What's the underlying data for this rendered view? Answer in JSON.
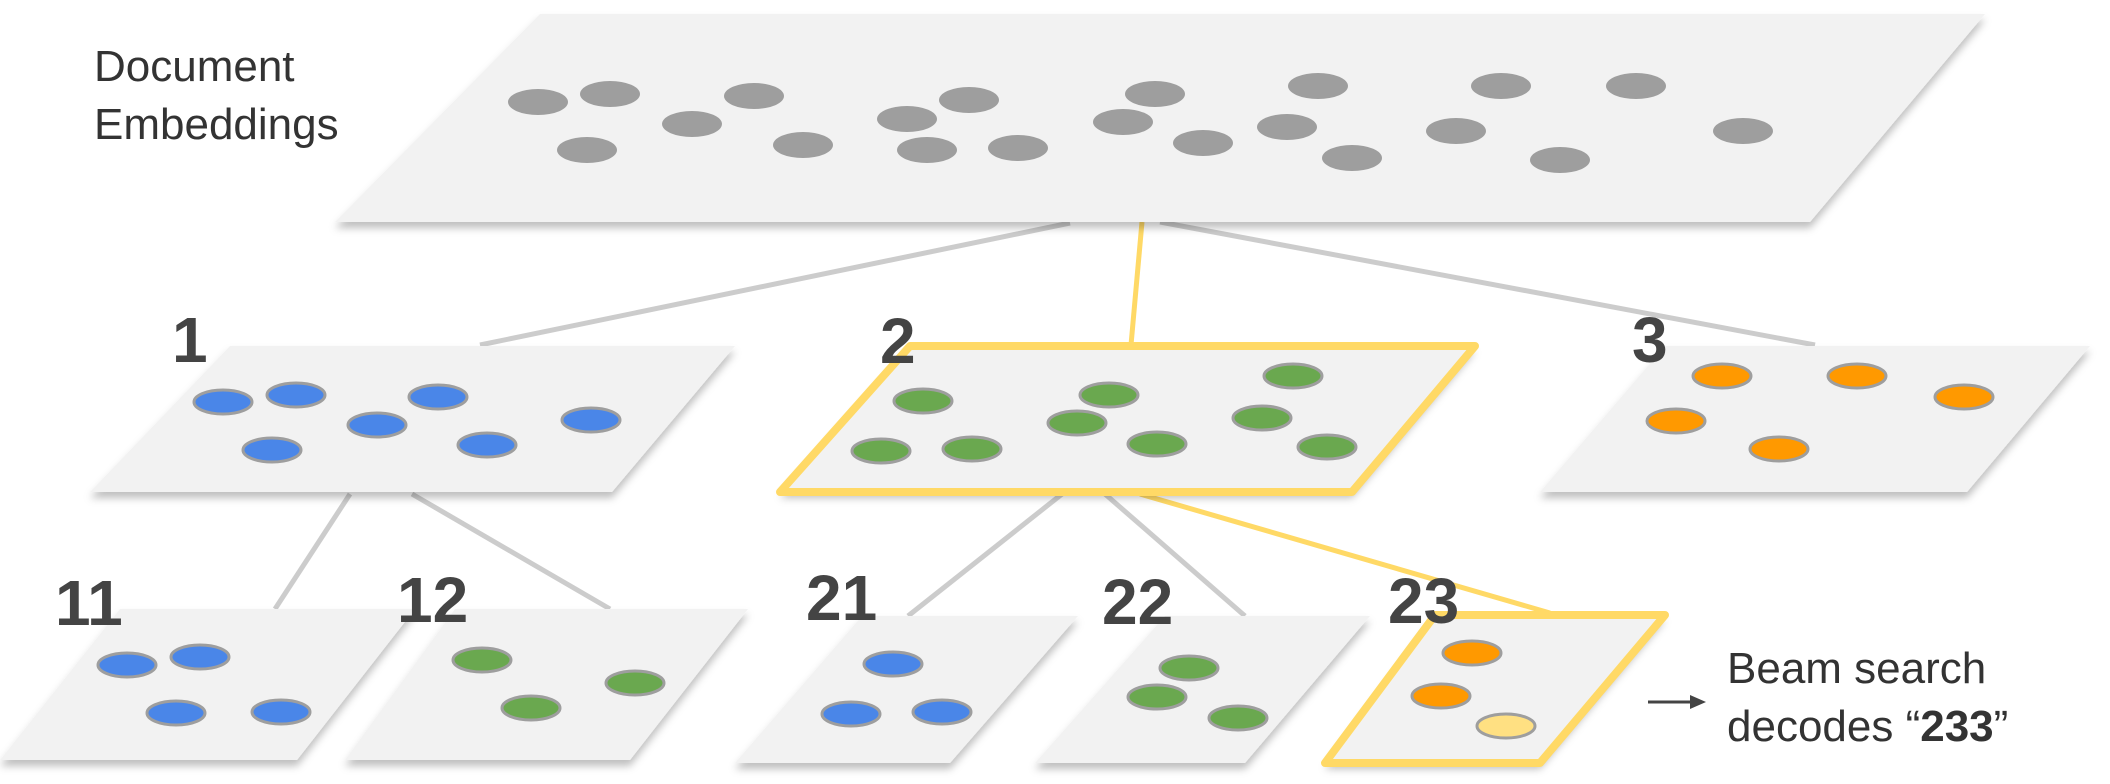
{
  "document_embeddings": {
    "line1": "Document",
    "line2": "Embeddings"
  },
  "clusters": {
    "c1": "1",
    "c2": "2",
    "c3": "3",
    "c11": "11",
    "c12": "12",
    "c21": "21",
    "c22": "22",
    "c23": "23"
  },
  "beam_search": {
    "line1": "Beam search",
    "line2_prefix": "decodes “",
    "code": "233",
    "line2_suffix": "”"
  },
  "colors": {
    "panel": "#f2f2f2",
    "gray_dot": "#9e9e9e",
    "blue_dot": "#4a86e8",
    "green_dot": "#6aa84f",
    "orange_dot": "#ff9900",
    "yellow_dot": "#ffe082",
    "highlight": "#ffd966",
    "connector": "#cccccc",
    "label_text": "#444444"
  }
}
